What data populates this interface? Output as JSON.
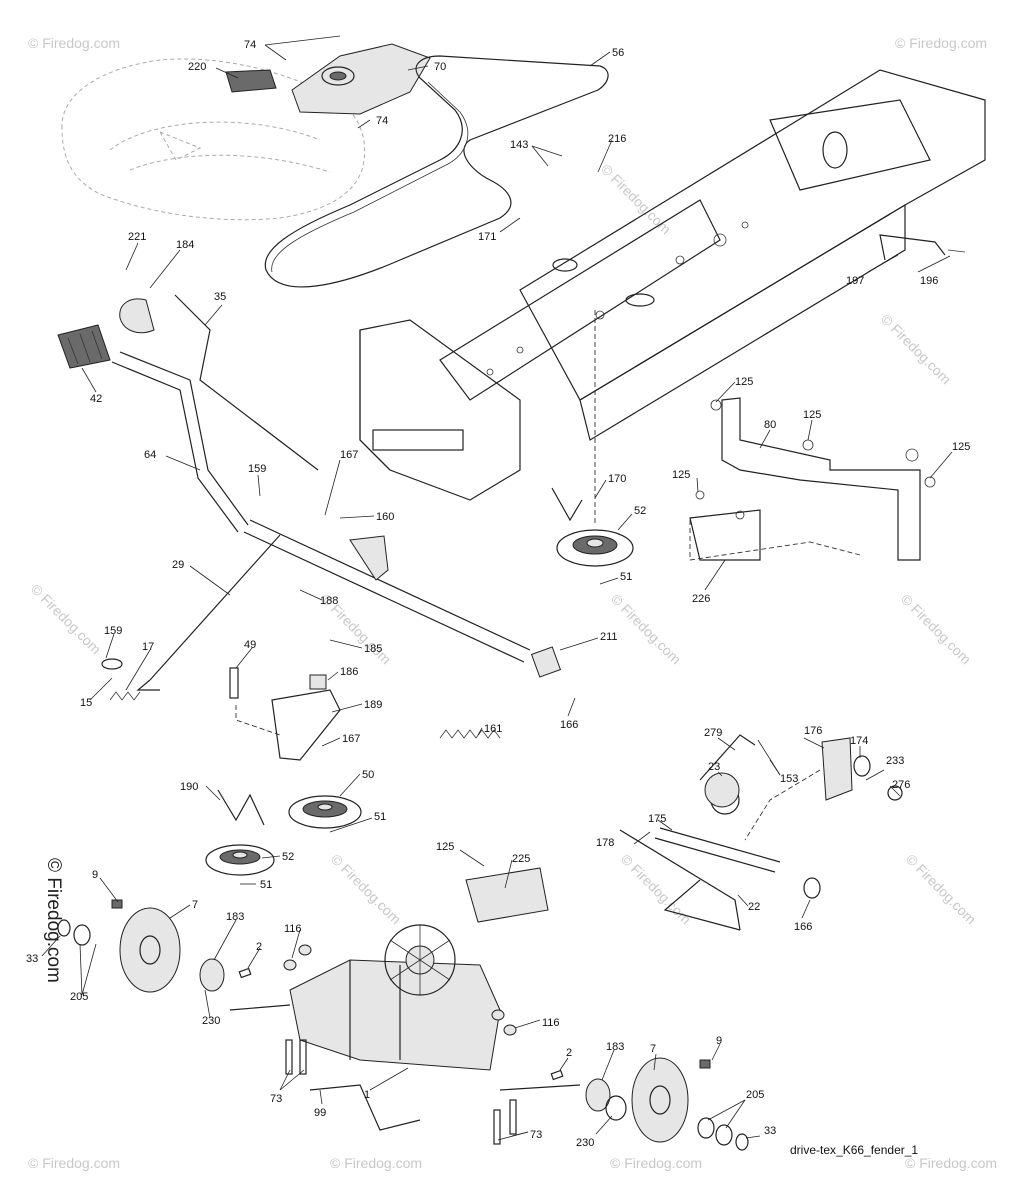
{
  "diagram": {
    "caption": "drive-tex_K66_fender_1",
    "vertical_watermark": "© Firedog.com",
    "watermark": "© Firedog.com",
    "callouts": [
      {
        "id": "c1",
        "label": "74"
      },
      {
        "id": "c2",
        "label": "70"
      },
      {
        "id": "c3",
        "label": "220"
      },
      {
        "id": "c4",
        "label": "74"
      },
      {
        "id": "c5",
        "label": "56"
      },
      {
        "id": "c6",
        "label": "143"
      },
      {
        "id": "c7",
        "label": "216"
      },
      {
        "id": "c8",
        "label": "171"
      },
      {
        "id": "c9",
        "label": "197"
      },
      {
        "id": "c10",
        "label": "196"
      },
      {
        "id": "c11",
        "label": "221"
      },
      {
        "id": "c12",
        "label": "184"
      },
      {
        "id": "c13",
        "label": "35"
      },
      {
        "id": "c14",
        "label": "42"
      },
      {
        "id": "c15",
        "label": "125"
      },
      {
        "id": "c16",
        "label": "80"
      },
      {
        "id": "c17",
        "label": "125"
      },
      {
        "id": "c18",
        "label": "125"
      },
      {
        "id": "c19",
        "label": "125"
      },
      {
        "id": "c20",
        "label": "64"
      },
      {
        "id": "c21",
        "label": "159"
      },
      {
        "id": "c22",
        "label": "167"
      },
      {
        "id": "c23",
        "label": "160"
      },
      {
        "id": "c24",
        "label": "170"
      },
      {
        "id": "c25",
        "label": "52"
      },
      {
        "id": "c26",
        "label": "51"
      },
      {
        "id": "c27",
        "label": "226"
      },
      {
        "id": "c28",
        "label": "29"
      },
      {
        "id": "c29",
        "label": "188"
      },
      {
        "id": "c30",
        "label": "159"
      },
      {
        "id": "c31",
        "label": "17"
      },
      {
        "id": "c32",
        "label": "15"
      },
      {
        "id": "c33",
        "label": "49"
      },
      {
        "id": "c34",
        "label": "185"
      },
      {
        "id": "c35",
        "label": "186"
      },
      {
        "id": "c36",
        "label": "211"
      },
      {
        "id": "c37",
        "label": "189"
      },
      {
        "id": "c38",
        "label": "166"
      },
      {
        "id": "c39",
        "label": "161"
      },
      {
        "id": "c40",
        "label": "167"
      },
      {
        "id": "c41",
        "label": "279"
      },
      {
        "id": "c42",
        "label": "176"
      },
      {
        "id": "c43",
        "label": "174"
      },
      {
        "id": "c44",
        "label": "153"
      },
      {
        "id": "c45",
        "label": "23"
      },
      {
        "id": "c46",
        "label": "233"
      },
      {
        "id": "c47",
        "label": "276"
      },
      {
        "id": "c48",
        "label": "190"
      },
      {
        "id": "c49",
        "label": "50"
      },
      {
        "id": "c50",
        "label": "51"
      },
      {
        "id": "c51",
        "label": "52"
      },
      {
        "id": "c52",
        "label": "51"
      },
      {
        "id": "c53",
        "label": "175"
      },
      {
        "id": "c54",
        "label": "178"
      },
      {
        "id": "c55",
        "label": "22"
      },
      {
        "id": "c56",
        "label": "166"
      },
      {
        "id": "c57",
        "label": "125"
      },
      {
        "id": "c58",
        "label": "225"
      },
      {
        "id": "c59",
        "label": "9"
      },
      {
        "id": "c60",
        "label": "7"
      },
      {
        "id": "c61",
        "label": "183"
      },
      {
        "id": "c62",
        "label": "116"
      },
      {
        "id": "c63",
        "label": "2"
      },
      {
        "id": "c64",
        "label": "33"
      },
      {
        "id": "c65",
        "label": "205"
      },
      {
        "id": "c66",
        "label": "230"
      },
      {
        "id": "c67",
        "label": "116"
      },
      {
        "id": "c68",
        "label": "2"
      },
      {
        "id": "c69",
        "label": "183"
      },
      {
        "id": "c70",
        "label": "7"
      },
      {
        "id": "c71",
        "label": "9"
      },
      {
        "id": "c72",
        "label": "73"
      },
      {
        "id": "c73",
        "label": "99"
      },
      {
        "id": "c74",
        "label": "1"
      },
      {
        "id": "c75",
        "label": "205"
      },
      {
        "id": "c76",
        "label": "33"
      },
      {
        "id": "c77",
        "label": "230"
      },
      {
        "id": "c78",
        "label": "73"
      }
    ]
  }
}
